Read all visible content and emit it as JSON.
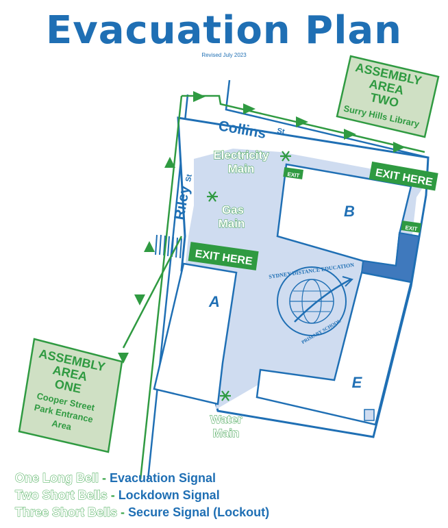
{
  "title": "Evacuation Plan",
  "revised": "Revised July 2023",
  "streets": {
    "collins": "Collins",
    "collins_suffix": "St",
    "riley": "Riley",
    "riley_suffix": "St"
  },
  "assembly_two": {
    "line1": "ASSEMBLY",
    "line2": "AREA",
    "line3": "TWO",
    "place": "Surry Hills Library"
  },
  "assembly_one": {
    "line1": "ASSEMBLY",
    "line2": "AREA",
    "line3": "ONE",
    "place1": "Cooper Street",
    "place2": "Park Entrance",
    "place3": "Area"
  },
  "exits": {
    "exit_here_top": "EXIT HERE",
    "exit_here_left": "EXIT HERE",
    "small_exit_1": "EXIT",
    "small_exit_2": "EXIT"
  },
  "utilities": {
    "electricity_1": "Electricity",
    "electricity_2": "Main",
    "gas_1": "Gas",
    "gas_2": "Main",
    "water_1": "Water",
    "water_2": "Main"
  },
  "buildings": {
    "a": "A",
    "b": "B",
    "e": "E"
  },
  "school_logo": {
    "arc_text": "SYDNEY DISTANCE EDUCATION",
    "bottom_text": "PRIMARY SCHOOL"
  },
  "legend": [
    {
      "bells": "One Long Bell",
      "sep": " - ",
      "signal": "Evacuation Signal"
    },
    {
      "bells": "Two Short Bells",
      "sep": " - ",
      "signal": "Lockdown Signal"
    },
    {
      "bells": "Three Short Bells",
      "sep": " - ",
      "signal": "Secure Signal (Lockout)"
    }
  ],
  "colors": {
    "blue": "#1f6fb4",
    "green": "#2f9a41",
    "site_fill": "#cfdcf0",
    "assembly_fill": "#cfe0c4"
  }
}
